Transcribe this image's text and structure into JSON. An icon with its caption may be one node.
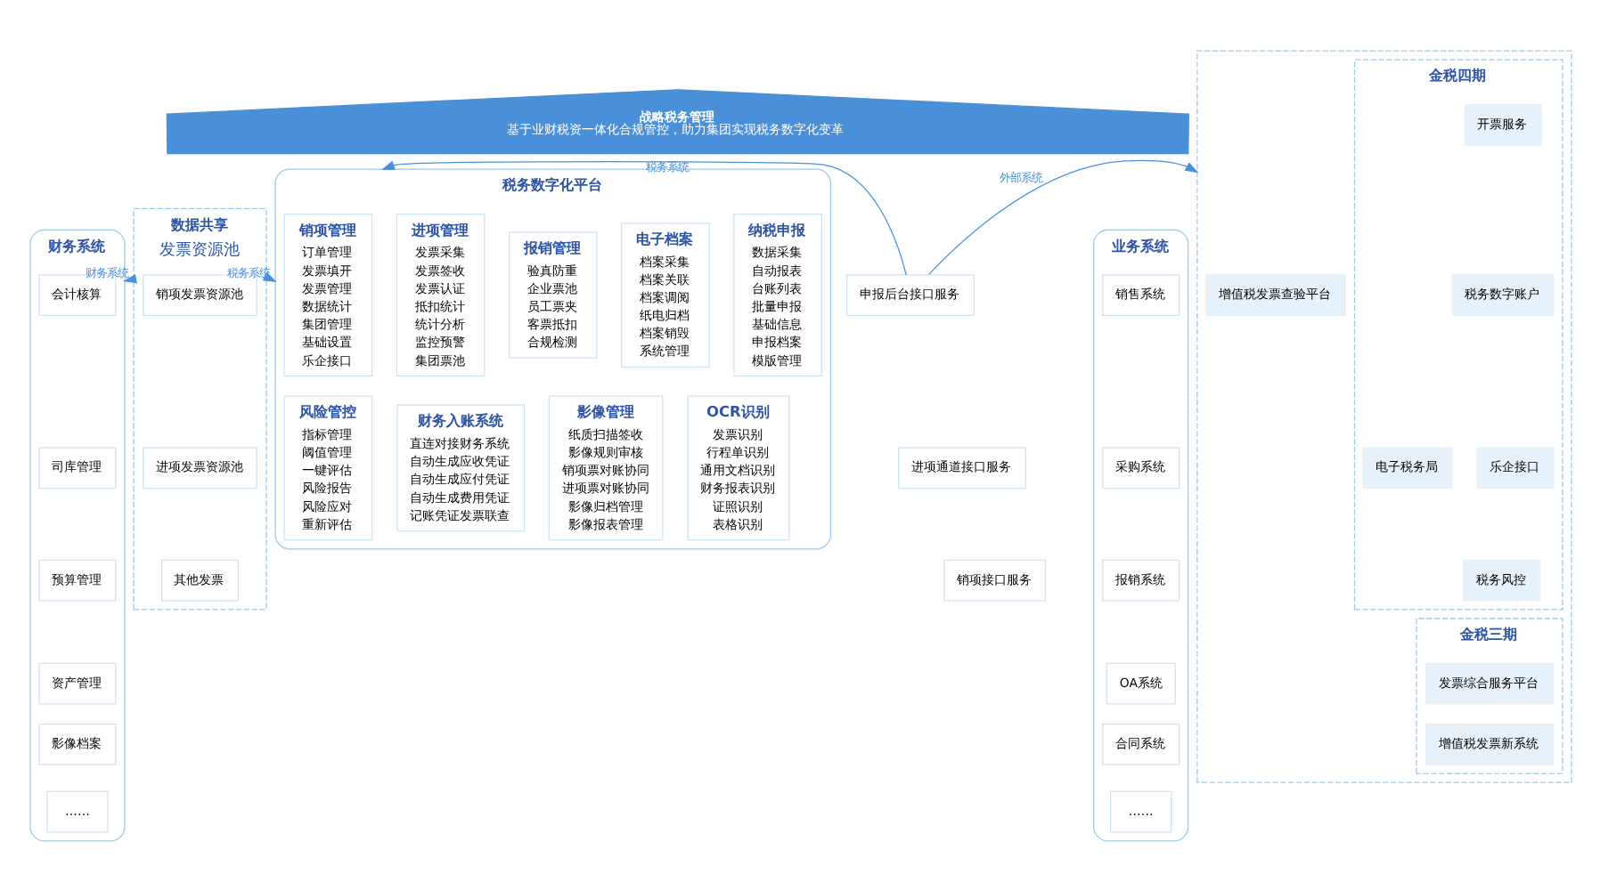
{
  "diagram": {
    "nodes": [
      {
        "text": [
          "战略税务管理",
          "基于业财税资一体化合规管控，助力集团实现税务数字化变革"
        ]
      },
      {
        "text": [
          "业务系统"
        ]
      },
      {
        "text": [
          "销售系统"
        ],
        "in": 1
      },
      {
        "text": [
          "采购系统"
        ],
        "in": 1
      },
      {
        "text": [
          "报销系统"
        ],
        "in": 1
      },
      {
        "text": [
          "OA系统"
        ],
        "in": 1
      },
      {
        "text": [
          "合同系统"
        ],
        "in": 1
      },
      {
        "text": [
          "……"
        ],
        "in": 1
      },
      {
        "text": [
          "财务系统"
        ]
      },
      {
        "text": [
          "会计核算"
        ],
        "in": 8
      },
      {
        "text": [
          "司库管理"
        ],
        "in": 8
      },
      {
        "text": [
          "预算管理"
        ],
        "in": 8
      },
      {
        "text": [
          "资产管理"
        ],
        "in": 8
      },
      {
        "text": [
          "影像档案"
        ],
        "in": 8
      },
      {
        "text": [
          "……"
        ],
        "in": 8
      },
      {
        "text": [
          "数据共享",
          "发票资源池"
        ]
      },
      {
        "text": [
          "销项发票资源池"
        ],
        "in": 15
      },
      {
        "text": [
          "进项发票资源池"
        ],
        "in": 15
      },
      {
        "text": [
          "其他发票"
        ],
        "in": 15
      },
      {
        "text": [
          "税务数字化平台"
        ]
      },
      {
        "text": [
          "销项管理",
          "订单管理",
          "发票填开",
          "发票管理",
          "数据统计",
          "集团管理",
          "基础设置",
          "乐企接口"
        ],
        "in": 19
      },
      {
        "text": [
          "进项管理",
          "发票采集",
          "发票签收",
          "发票认证",
          "抵扣统计",
          "统计分析",
          "监控预警",
          "集团票池"
        ],
        "in": 19
      },
      {
        "text": [
          "报销管理",
          "验真防重",
          "企业票池",
          "员工票夹",
          "客票抵扣",
          "合规检测"
        ],
        "in": 19
      },
      {
        "text": [
          "电子档案",
          "档案采集",
          "档案关联",
          "档案调阅",
          "纸电归档",
          "档案销毁",
          "系统管理"
        ],
        "in": 19
      },
      {
        "text": [
          "纳税申报",
          "数据采集",
          "自动报表",
          "台账列表",
          "批量申报",
          "基础信息",
          "申报档案",
          "模版管理"
        ],
        "in": 19
      },
      {
        "text": [
          "风险管控",
          "指标管理",
          "阈值管理",
          "一键评估",
          "风险报告",
          "风险应对",
          "重新评估"
        ],
        "in": 19
      },
      {
        "text": [
          "财务入账系统",
          "直连对接财务系统",
          "自动生成应收凭证",
          "自动生成应付凭证",
          "自动生成费用凭证",
          "记账凭证发票联查"
        ],
        "in": 19
      },
      {
        "text": [
          "影像管理",
          "纸质扫描签收",
          "影像规则审核",
          "销项票对账协同",
          "进项票对账协同",
          "影像归档管理",
          "影像报表管理"
        ],
        "in": 19
      },
      {
        "text": [
          "OCR识别",
          "发票识别",
          "行程单识别",
          "通用文档识别",
          "财务报表识别",
          "证照识别",
          "表格识别"
        ],
        "in": 19
      },
      {
        "text": [
          "申报后台接口服务"
        ]
      },
      {
        "text": [
          "进项通道接口服务"
        ]
      },
      {
        "text": [
          "销项接口服务"
        ]
      },
      {
        "text": [],
        "shape": "box"
      },
      {
        "text": [
          "增值税发票查验平台"
        ],
        "in": 32
      },
      {
        "text": [
          "金税四期"
        ],
        "in": 32
      },
      {
        "text": [
          "电子税务局"
        ],
        "in": 34
      },
      {
        "text": [
          "开票服务"
        ],
        "in": 34
      },
      {
        "text": [
          "税务数字账户"
        ],
        "in": 34
      },
      {
        "text": [
          "乐企接口"
        ],
        "in": 34
      },
      {
        "text": [
          "税务风控"
        ],
        "in": 34
      },
      {
        "text": [
          "金税三期"
        ],
        "in": 32
      },
      {
        "text": [
          "发票综合服务平台"
        ],
        "in": 40
      },
      {
        "text": [
          "增值税发票新系统"
        ],
        "in": 40
      }
    ],
    "edges": [
      {
        "from": 15,
        "to": 8,
        "arrow": "to",
        "label": "财务系统"
      },
      {
        "from": 15,
        "to": 19,
        "arrow": "to",
        "label": "税务系统"
      },
      {
        "from": 29,
        "to": 19,
        "arrow": "to",
        "label": "税务系统"
      },
      {
        "from": 29,
        "to": 32,
        "arrow": "to",
        "label": "外部系统"
      }
    ]
  }
}
